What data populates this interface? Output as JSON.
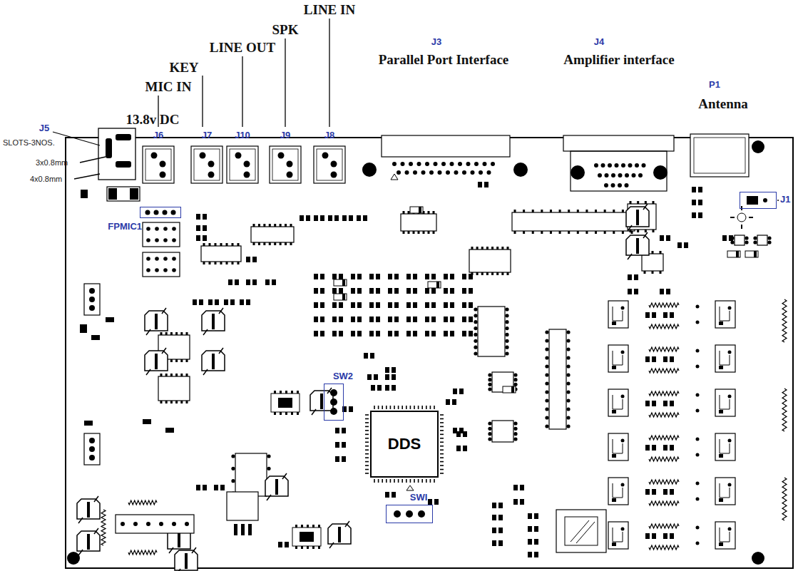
{
  "diagram": {
    "nodes": [
      {
        "text": [
          "J1"
        ]
      },
      {
        "text": [
          "FPMIC1"
        ]
      },
      {
        "text": [
          "SW2"
        ]
      },
      {
        "text": [
          "DDS"
        ]
      },
      {
        "text": [
          "SWI"
        ]
      }
    ],
    "labels": [
      "LINE IN",
      "SPK",
      "LINE OUT",
      "KEY",
      "MIC IN",
      "J3",
      "J4",
      "Parallel Port Interface",
      "Amplifier interface",
      "P1",
      "Antenna",
      "13.8v DC",
      "J5",
      "J6",
      "J7",
      "J10",
      "J9",
      "J8",
      "SLOTS-3NOS.",
      "3x0.8mm",
      "4x0.8mm"
    ]
  }
}
